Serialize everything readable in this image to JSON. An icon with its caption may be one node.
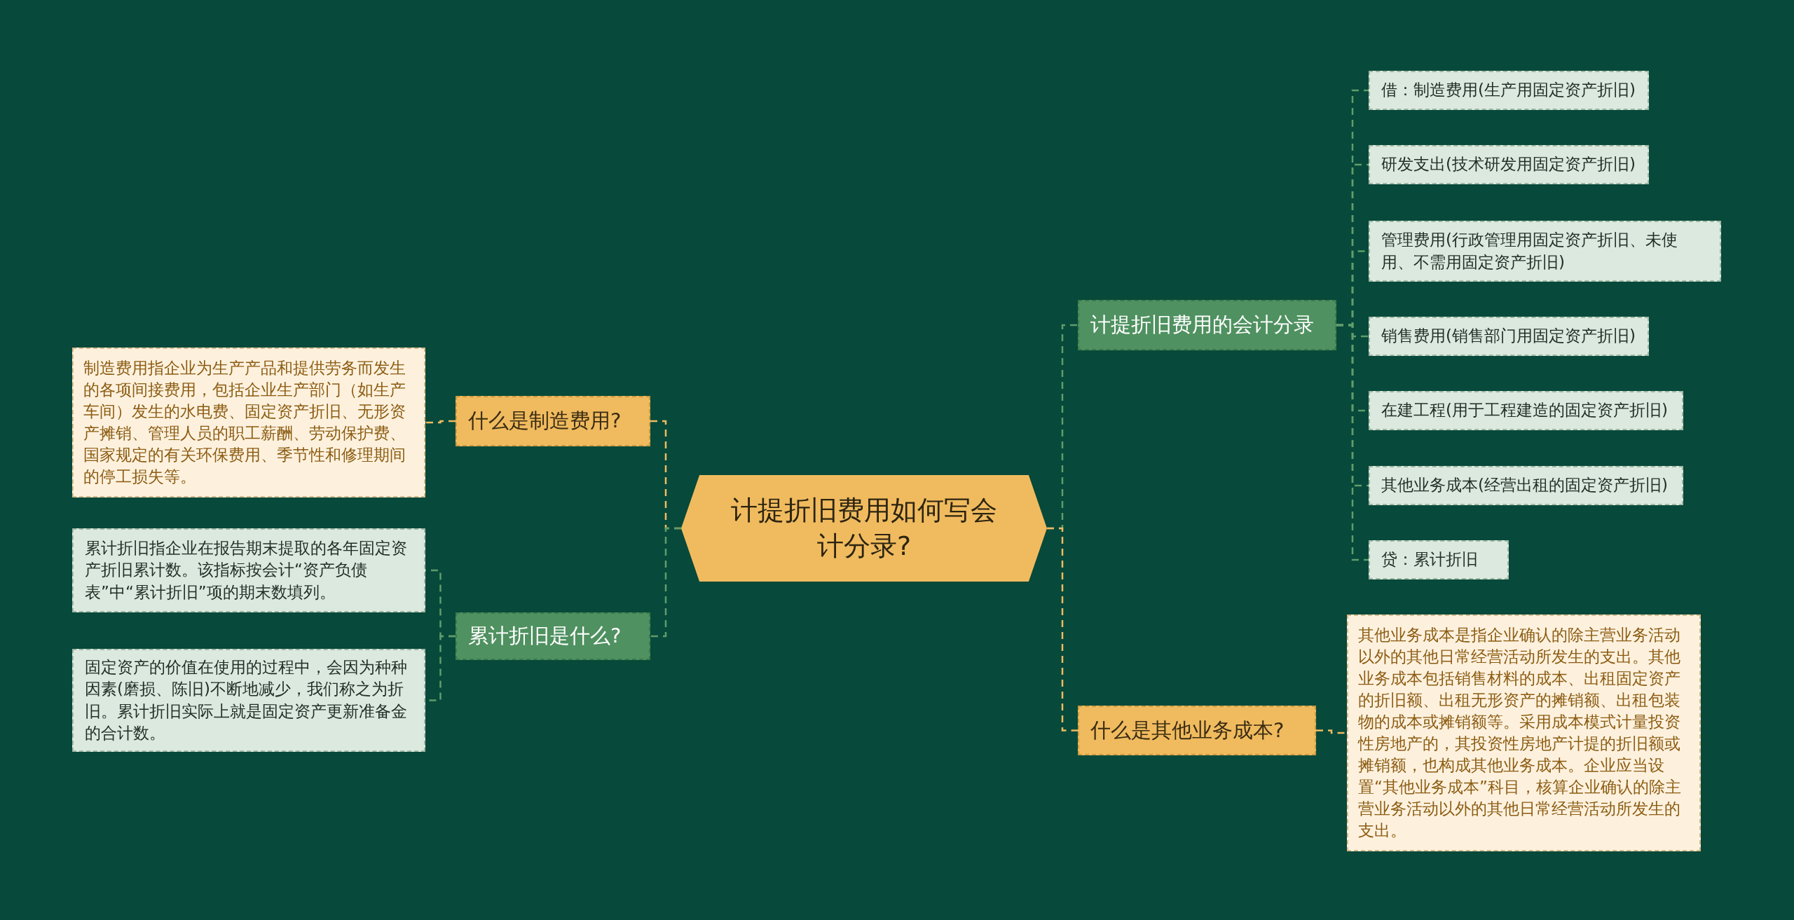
{
  "diagram": {
    "nodes": [
      {
        "text": [
          "计提折旧费用如何写会计分录?"
        ]
      },
      {
        "text": [
          "什么是制造费用?"
        ]
      },
      {
        "text": [
          "制造费用指企业为生产产品和提供劳务而发生的各项间接费用，包括企业生产部门（如生产车间）发生的水电费、固定资产折旧、无形资产摊销、管理人员的职工薪酬、劳动保护费、国家规定的有关环保费用、季节性和修理期间的停工损失等。"
        ]
      },
      {
        "text": [
          "累计折旧是什么?"
        ]
      },
      {
        "text": [
          "累计折旧指企业在报告期末提取的各年固定资产折旧累计数。该指标按会计“资产负债表”中“累计折旧”项的期末数填列。"
        ]
      },
      {
        "text": [
          "固定资产的价值在使用的过程中，会因为种种因素(磨损、陈旧)不断地减少，我们称之为折旧。累计折旧实际上就是固定资产更新准备金的合计数。"
        ]
      },
      {
        "text": [
          "计提折旧费用的会计分录"
        ]
      },
      {
        "text": [
          "借：制造费用(生产用固定资产折旧)"
        ]
      },
      {
        "text": [
          "研发支出(技术研发用固定资产折旧)"
        ]
      },
      {
        "text": [
          "管理费用(行政管理用固定资产折旧、未使用、不需用固定资产折旧)"
        ]
      },
      {
        "text": [
          "销售费用(销售部门用固定资产折旧)"
        ]
      },
      {
        "text": [
          "在建工程(用于工程建造的固定资产折旧)"
        ]
      },
      {
        "text": [
          "其他业务成本(经营出租的固定资产折旧)"
        ]
      },
      {
        "text": [
          "贷：累计折旧"
        ]
      },
      {
        "text": [
          "什么是其他业务成本?"
        ]
      },
      {
        "text": [
          "其他业务成本是指企业确认的除主营业务活动以外的其他日常经营活动所发生的支出。其他业务成本包括销售材料的成本、出租固定资产的折旧额、出租无形资产的摊销额、出租包装物的成本或摊销额等。采用成本模式计量投资性房地产的，其投资性房地产计提的折旧额或摊销额，也构成其他业务成本。企业应当设置“其他业务成本”科目，核算企业确认的除主营业务活动以外的其他日常经营活动所发生的支出。"
        ]
      }
    ],
    "edges": [
      {
        "from": 0,
        "to": 1,
        "arrow": "none",
        "style": "dashed",
        "color": "#f0bb5f"
      },
      {
        "from": 1,
        "to": 2,
        "arrow": "none",
        "style": "dashed",
        "color": "#f0bb5f"
      },
      {
        "from": 0,
        "to": 3,
        "arrow": "none",
        "style": "dashed"
      },
      {
        "from": 3,
        "to": 4,
        "arrow": "none",
        "style": "dashed"
      },
      {
        "from": 3,
        "to": 5,
        "arrow": "none",
        "style": "dashed"
      },
      {
        "from": 0,
        "to": 6,
        "arrow": "none",
        "style": "dashed"
      },
      {
        "from": 6,
        "to": 7,
        "arrow": "none",
        "style": "dashed"
      },
      {
        "from": 6,
        "to": 8,
        "arrow": "none",
        "style": "dashed"
      },
      {
        "from": 6,
        "to": 9,
        "arrow": "none",
        "style": "dashed"
      },
      {
        "from": 6,
        "to": 10,
        "arrow": "none",
        "style": "dashed"
      },
      {
        "from": 6,
        "to": 11,
        "arrow": "none",
        "style": "dashed"
      },
      {
        "from": 6,
        "to": 12,
        "arrow": "none",
        "style": "dashed"
      },
      {
        "from": 6,
        "to": 13,
        "arrow": "none",
        "style": "dashed"
      },
      {
        "from": 0,
        "to": 14,
        "arrow": "none",
        "style": "dashed",
        "color": "#f0bb5f"
      },
      {
        "from": 14,
        "to": 15,
        "arrow": "none",
        "style": "dashed",
        "color": "#f0bb5f"
      }
    ]
  }
}
